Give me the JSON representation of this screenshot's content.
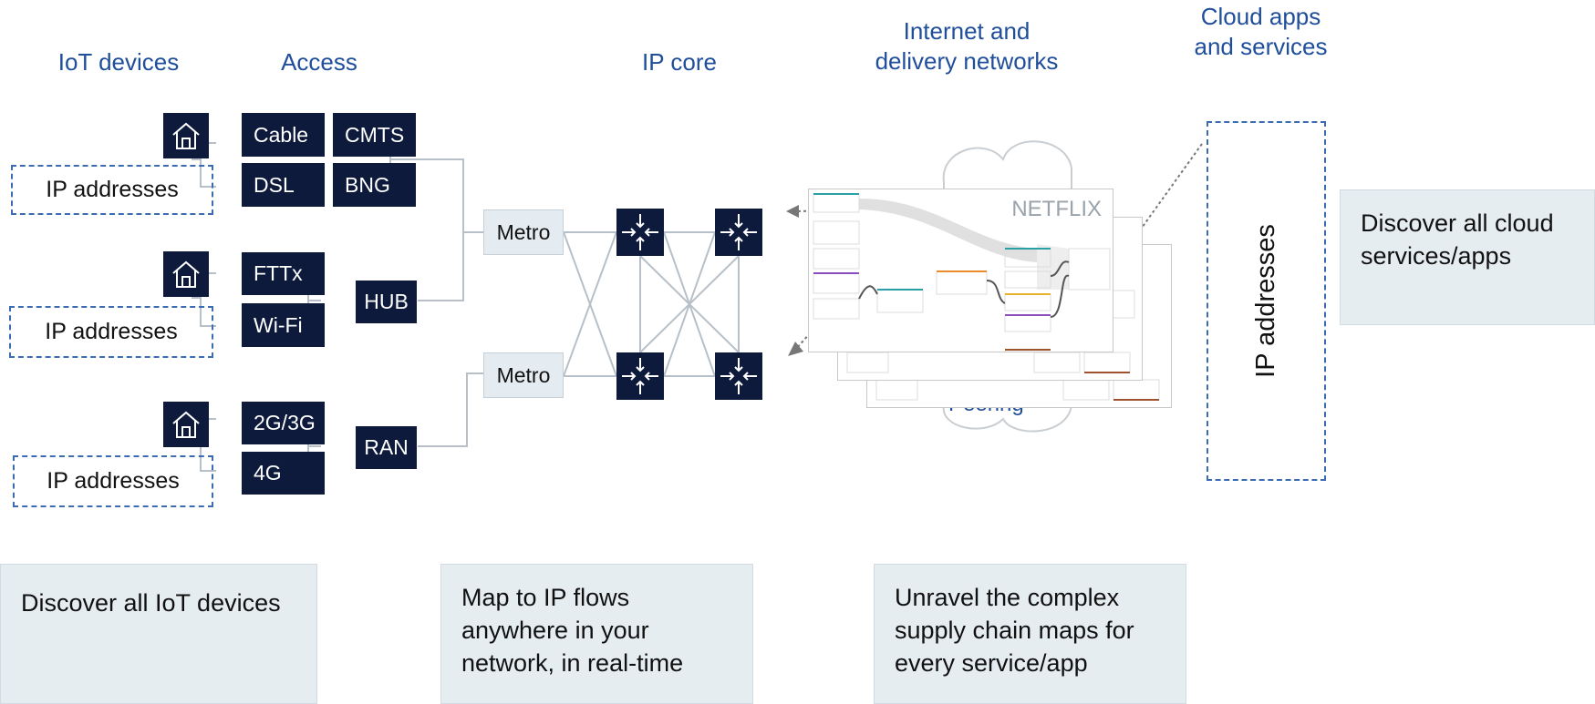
{
  "headings": {
    "iot_devices": "IoT devices",
    "access": "Access",
    "ip_core": "IP core",
    "internet": "Internet and delivery networks",
    "cloud": "Cloud apps and services"
  },
  "access": {
    "cable": "Cable",
    "cmts": "CMTS",
    "dsl": "DSL",
    "bng": "BNG",
    "fttx": "FTTx",
    "wifi": "Wi-Fi",
    "hub": "HUB",
    "g23": "2G/3G",
    "g4": "4G",
    "ran": "RAN"
  },
  "ip_addresses": "IP addresses",
  "metro": "Metro",
  "netflix": "NETFLIX",
  "peering_partial": "Peering",
  "callouts": {
    "iot": "Discover all IoT devices",
    "ipflows": "Map to IP flows anywhere in your network, in real-time",
    "supply": "Unravel the complex supply chain maps for every service/app",
    "cloud": "Discover all cloud services/apps"
  },
  "colors": {
    "heading": "#1f4e9a",
    "node": "#0d1a3c",
    "dashed": "#3b6cb1",
    "callout_bg": "#e6edf1"
  },
  "icons": [
    "home-icon",
    "router-icon"
  ]
}
